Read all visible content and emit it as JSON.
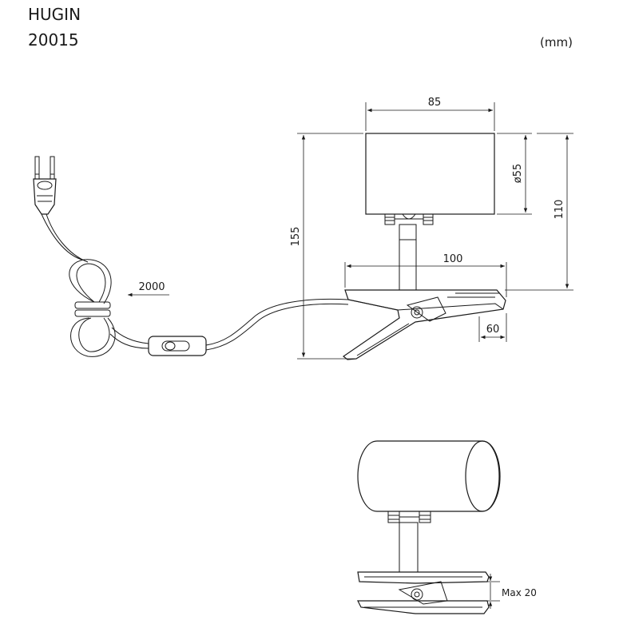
{
  "header": {
    "product_name": "HUGIN",
    "product_code": "20015",
    "units": "(mm)"
  },
  "dimensions": {
    "shade_width": "85",
    "shade_diameter": "ø55",
    "height_total": "155",
    "height_shade_to_clip": "110",
    "clip_length": "100",
    "cable_length": "2000",
    "clip_tip": "60",
    "clip_opening": "Max 20"
  }
}
